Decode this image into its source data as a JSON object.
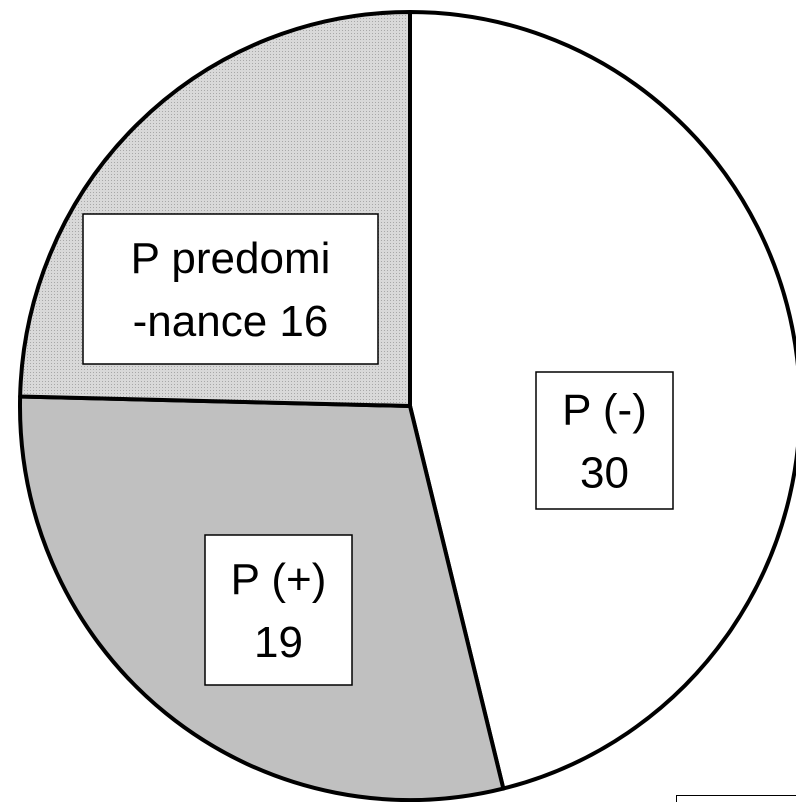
{
  "chart_data": {
    "type": "pie",
    "slices": [
      {
        "label_lines": [
          "P (-)",
          "30"
        ],
        "value": 30,
        "color": "#ffffff"
      },
      {
        "label_lines": [
          "P (+)",
          "19"
        ],
        "value": 19,
        "color": "#c0c0c0"
      },
      {
        "label_lines": [
          "P predomi",
          "-nance  16"
        ],
        "value": 16,
        "color": "#d6d6d6"
      }
    ],
    "start_angle_deg": 0,
    "direction": "clockwise",
    "legend": "none",
    "title": ""
  }
}
